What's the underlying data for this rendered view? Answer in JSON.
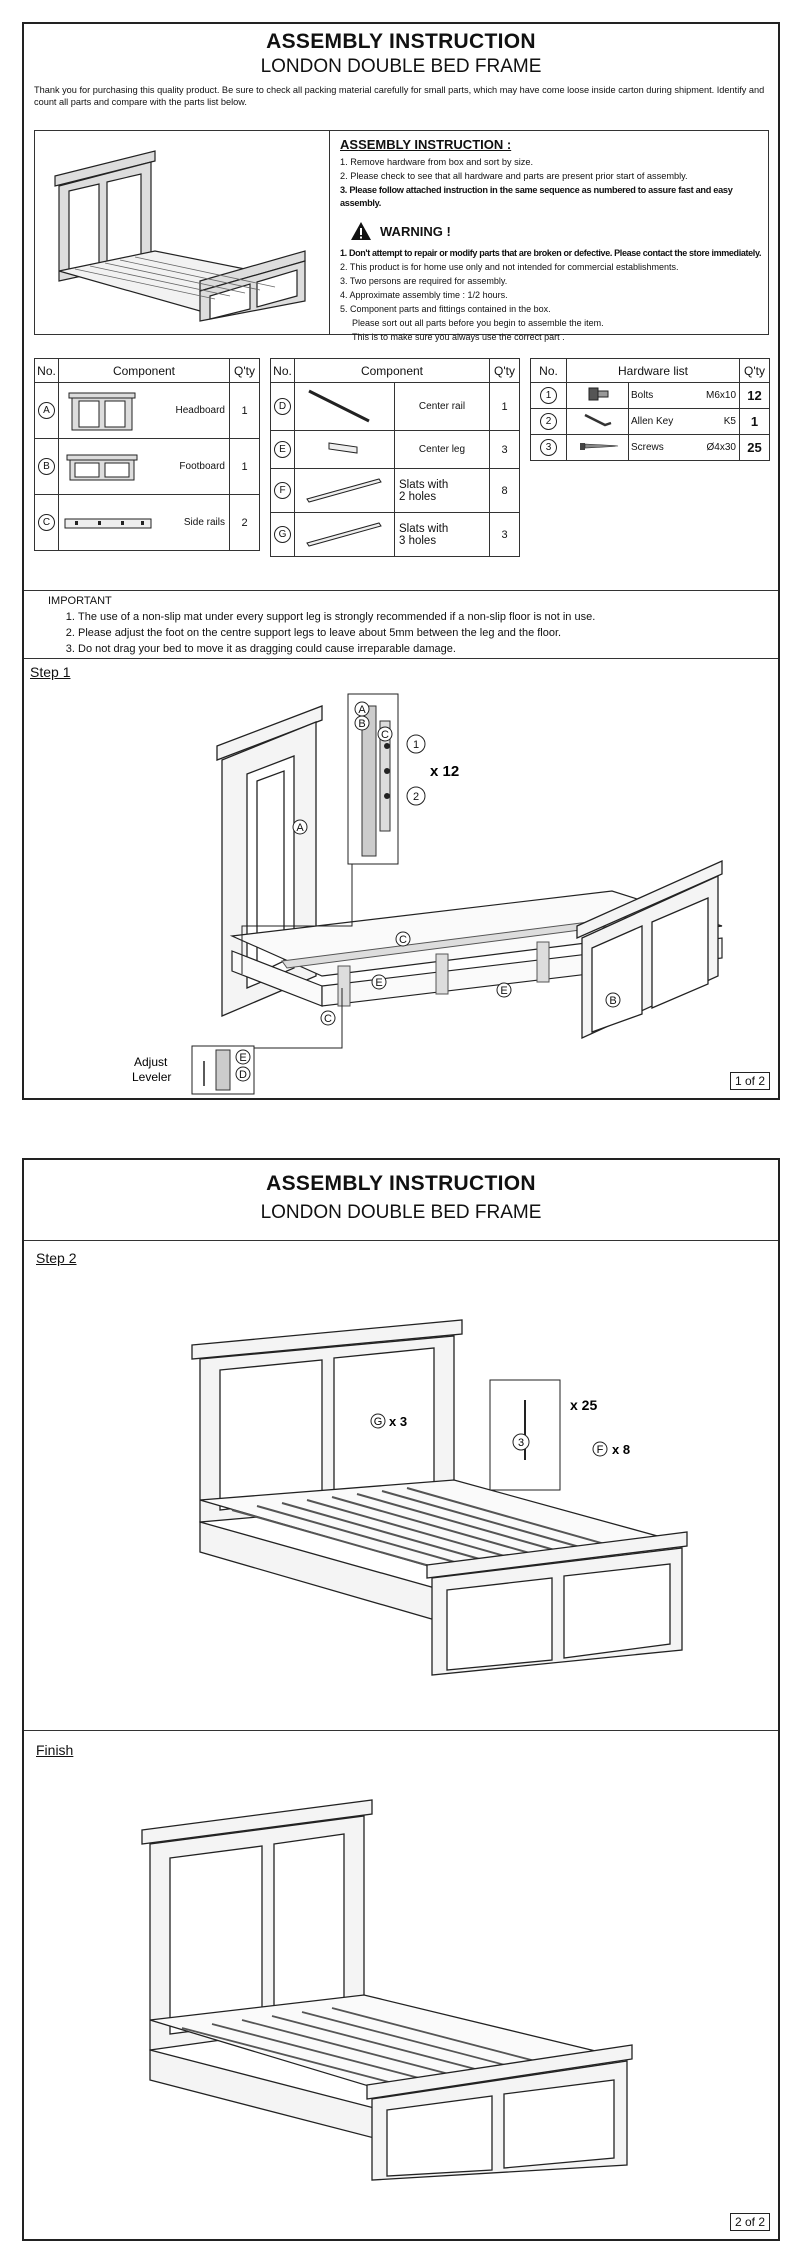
{
  "page1": {
    "title": "ASSEMBLY INSTRUCTION",
    "subtitle": "LONDON DOUBLE BED FRAME",
    "intro": "Thank you for purchasing this quality product. Be sure to check all packing material carefully for small parts, which may have come loose inside carton during shipment. Identify and count all parts and compare with the parts list below.",
    "instruction_title_prefix": "AS",
    "instruction_title_rest": "SEMBLY INSTRUCTION :",
    "instructions": [
      "1. Remove hardware from box and sort by size.",
      "2. Please check to see that all hardware and parts are present prior start of assembly.",
      "3. Please follow attached instruction in the same sequence as numbered to assure fast and easy assembly."
    ],
    "warning_title": "WARNING !",
    "warnings": [
      "1. Don't attempt to repair or modify parts that are broken or defective. Please contact the store immediately.",
      "2. This product is for home use  only and not intended for commercial establishments.",
      "3. Two persons are required for assembly.",
      "4. Approximate assembly time : 1/2 hours.",
      "5. Component parts and fittings contained in the box.",
      "    Please sort out all parts before you begin to assemble the item.",
      "    This is to make sure  you always use the correct part ."
    ],
    "table1": {
      "headers": [
        "No.",
        "Component",
        "Q'ty"
      ],
      "rows": [
        {
          "no": "A",
          "name": "Headboard",
          "qty": "1"
        },
        {
          "no": "B",
          "name": "Footboard",
          "qty": "1"
        },
        {
          "no": "C",
          "name": "Side rails",
          "qty": "2"
        }
      ]
    },
    "table2": {
      "headers": [
        "No.",
        "Component",
        "Q'ty"
      ],
      "rows": [
        {
          "no": "D",
          "name": "Center rail",
          "qty": "1"
        },
        {
          "no": "E",
          "name": "Center leg",
          "qty": "3"
        },
        {
          "no": "F",
          "name": "Slats with\n2 holes",
          "qty": "8"
        },
        {
          "no": "G",
          "name": "Slats with\n3 holes",
          "qty": "3"
        }
      ]
    },
    "table3": {
      "headers": [
        "No.",
        "Hardware list",
        "Q'ty"
      ],
      "rows": [
        {
          "no": "1",
          "name": "Bolts",
          "size": "M6x10",
          "qty": "12"
        },
        {
          "no": "2",
          "name": "Allen Key",
          "size": "K5",
          "qty": "1"
        },
        {
          "no": "3",
          "name": "Screws",
          "size": "Ø4x30",
          "qty": "25"
        }
      ]
    },
    "important_title": "IMPORTANT",
    "important": [
      "The use of a non-slip mat under every support leg is strongly recommended if a non-slip floor is not in use.",
      "Please adjust the foot on the centre support legs to leave about 5mm between the leg and the floor.",
      "Do not drag your bed to move it as dragging could cause irreparable damage."
    ],
    "step_label": "Step 1",
    "callouts": {
      "a": "A",
      "b": "B",
      "c": "C",
      "d": "D",
      "e": "E",
      "n1": "1",
      "n2": "2",
      "x12": "x 12"
    },
    "adjust_label_1": "Adjust",
    "adjust_label_2": "Leveler",
    "page_number": "1 of 2"
  },
  "page2": {
    "title": "ASSEMBLY INSTRUCTION",
    "subtitle": "LONDON DOUBLE BED FRAME",
    "step_label": "Step 2",
    "callout_g": "G",
    "g_qty": "x 3",
    "callout_f": "F",
    "f_qty": "x 8",
    "callout_3": "3",
    "x25": "x 25",
    "finish_label": "Finish",
    "page_number": "2 of 2"
  }
}
